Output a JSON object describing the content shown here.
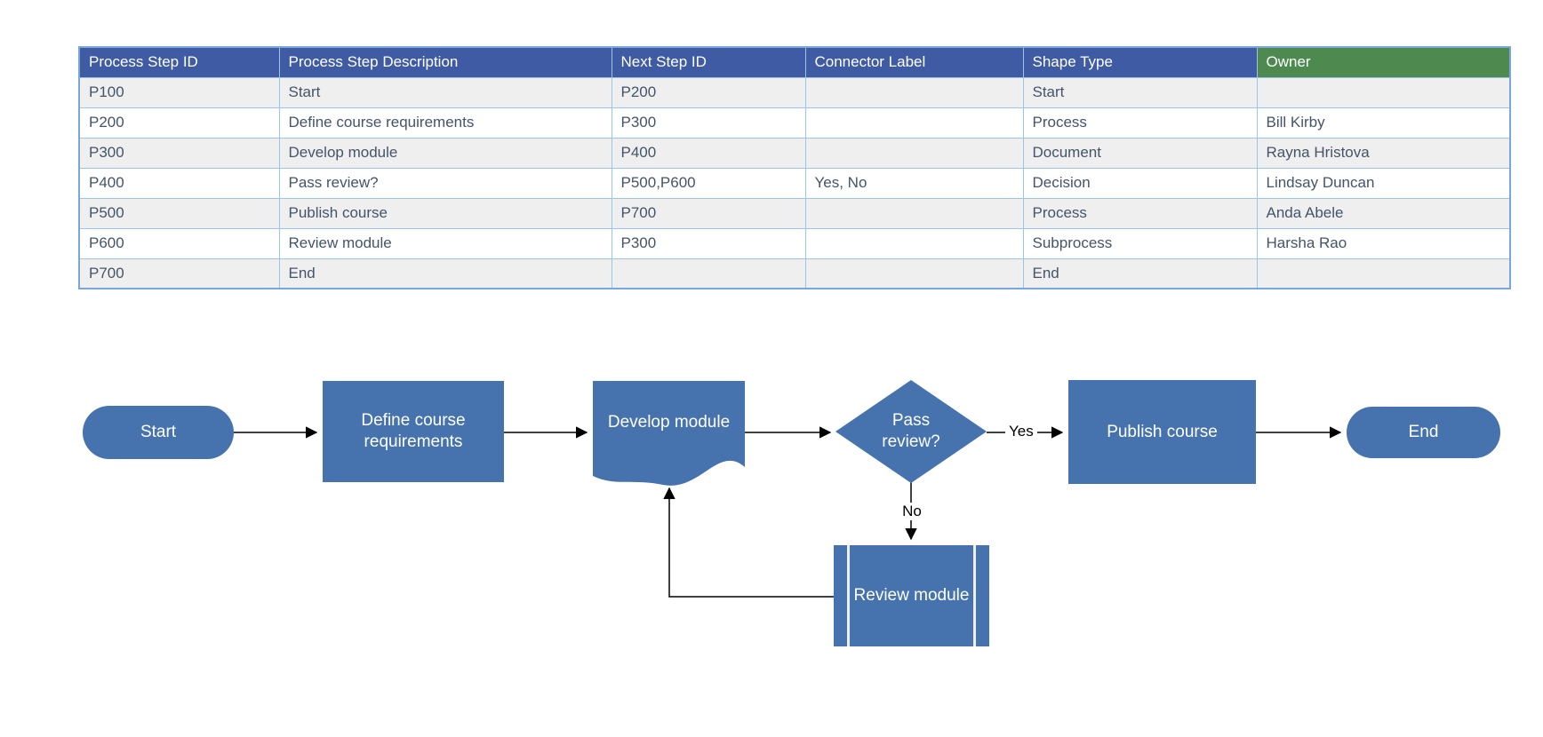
{
  "table": {
    "columns": [
      "Process Step ID",
      "Process Step Description",
      "Next Step ID",
      "Connector Label",
      "Shape Type",
      "Owner"
    ],
    "rows": [
      [
        "P100",
        "Start",
        "P200",
        "",
        "Start",
        ""
      ],
      [
        "P200",
        "Define course requirements",
        "P300",
        "",
        "Process",
        "Bill Kirby"
      ],
      [
        "P300",
        "Develop module",
        "P400",
        "",
        "Document",
        "Rayna Hristova"
      ],
      [
        "P400",
        "Pass review?",
        "P500,P600",
        "Yes, No",
        "Decision",
        "Lindsay Duncan"
      ],
      [
        "P500",
        "Publish course",
        "P700",
        "",
        "Process",
        "Anda Abele"
      ],
      [
        "P600",
        "Review module",
        "P300",
        "",
        "Subprocess",
        "Harsha Rao"
      ],
      [
        "P700",
        "End",
        "",
        "",
        "End",
        ""
      ]
    ]
  },
  "flowchart": {
    "shapes": {
      "start": {
        "label": "Start",
        "type": "start"
      },
      "define": {
        "label": "Define course requirements",
        "type": "process"
      },
      "develop": {
        "label": "Develop module",
        "type": "document"
      },
      "decision": {
        "label": "Pass review?",
        "type": "decision"
      },
      "publish": {
        "label": "Publish course",
        "type": "process"
      },
      "end": {
        "label": "End",
        "type": "end"
      },
      "review": {
        "label": "Review module",
        "type": "subprocess"
      }
    },
    "connectors": {
      "yes_label": "Yes",
      "no_label": "No"
    }
  },
  "colors": {
    "table_header_bg": "#3F5BA4",
    "owner_header_bg": "#4E8A4F",
    "table_border": "#9DC3E6",
    "band_row_bg": "#EFEFEF",
    "table_text": "#44546A",
    "shape_fill": "#4673AD",
    "connector": "#000000"
  }
}
